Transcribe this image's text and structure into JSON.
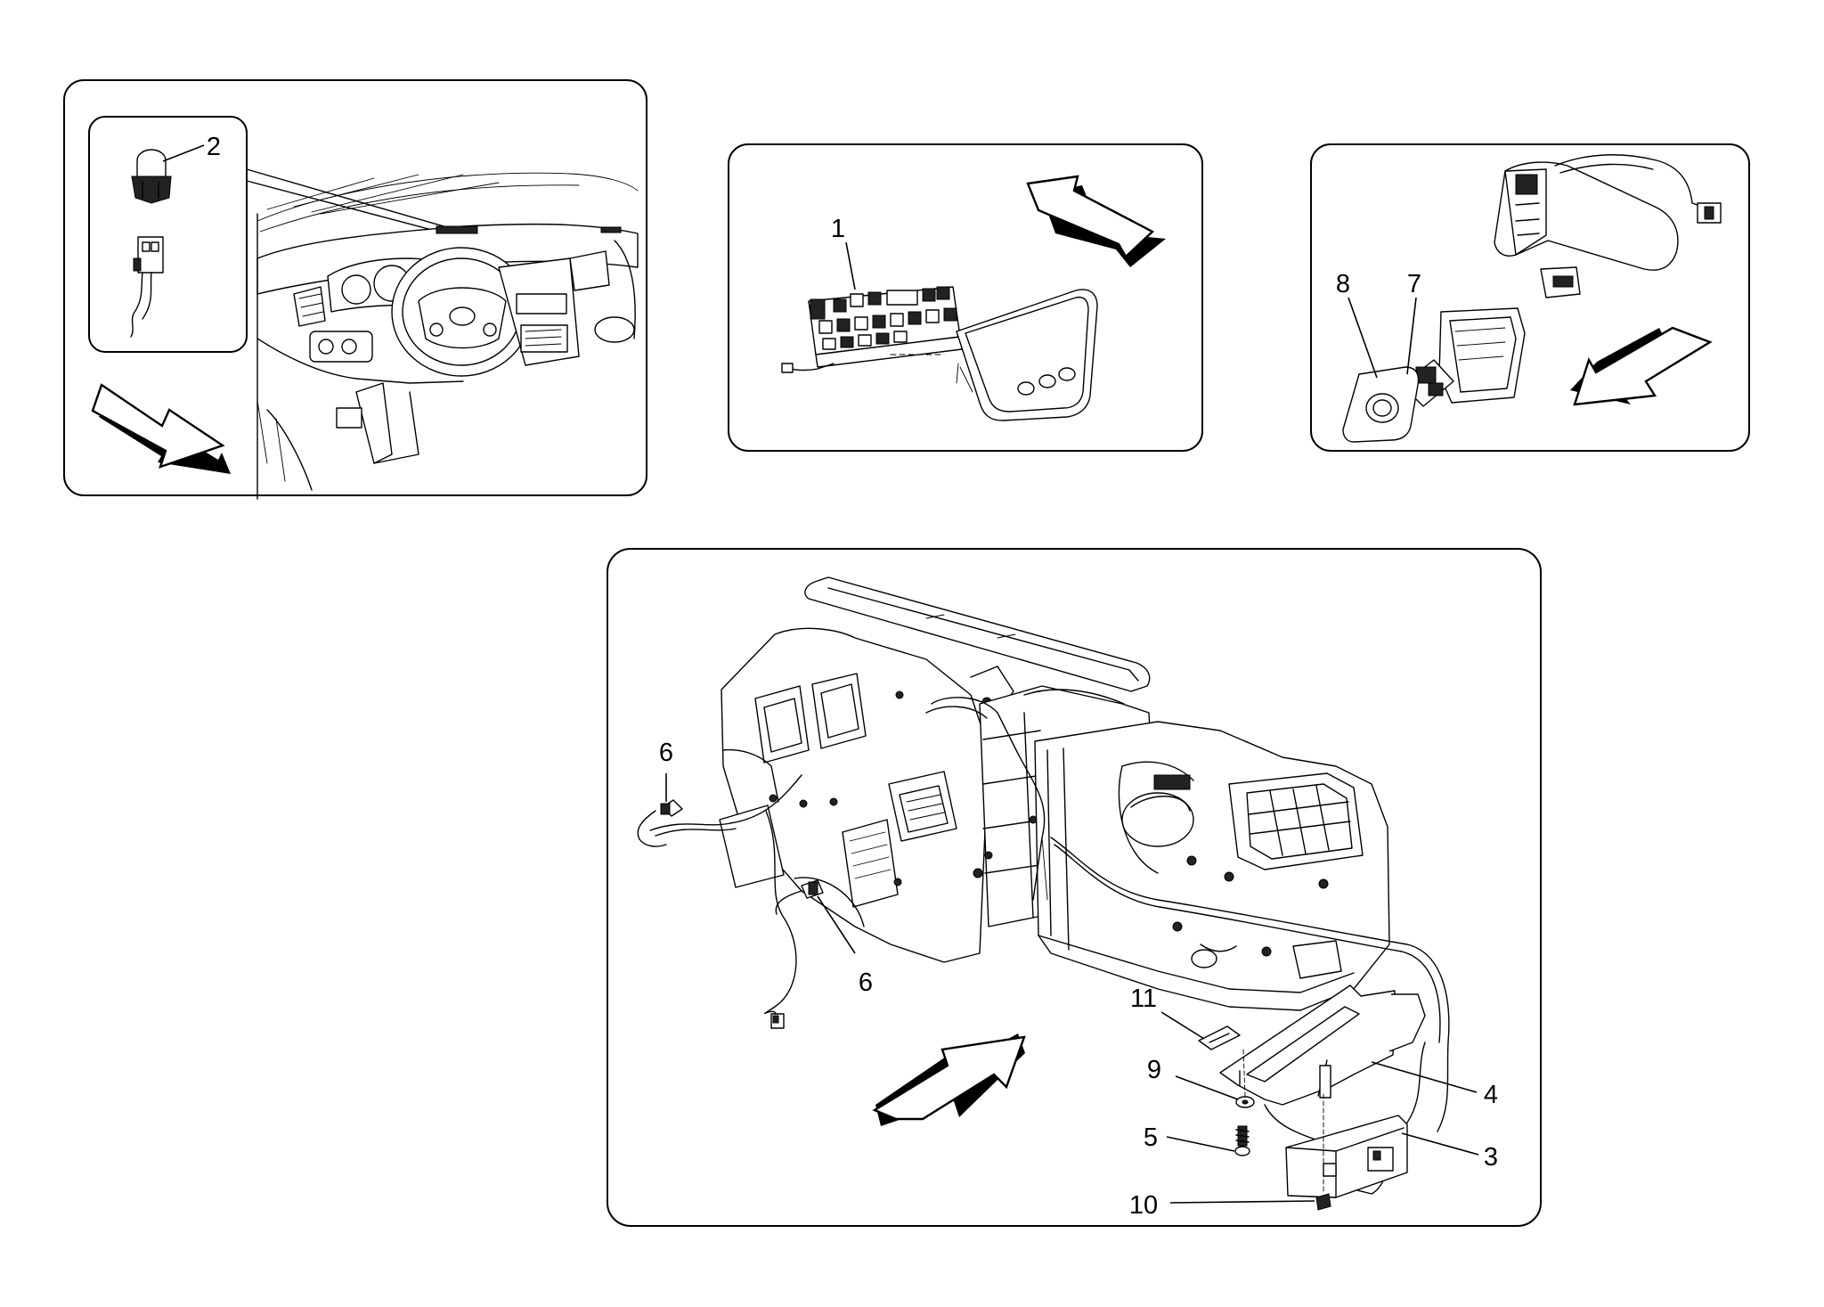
{
  "callouts": {
    "p1": "1",
    "p2": "2",
    "p3": "3",
    "p4": "4",
    "p5": "5",
    "p6a": "6",
    "p6b": "6",
    "p7": "7",
    "p8": "8",
    "p9": "9",
    "p10": "10",
    "p11": "11"
  }
}
